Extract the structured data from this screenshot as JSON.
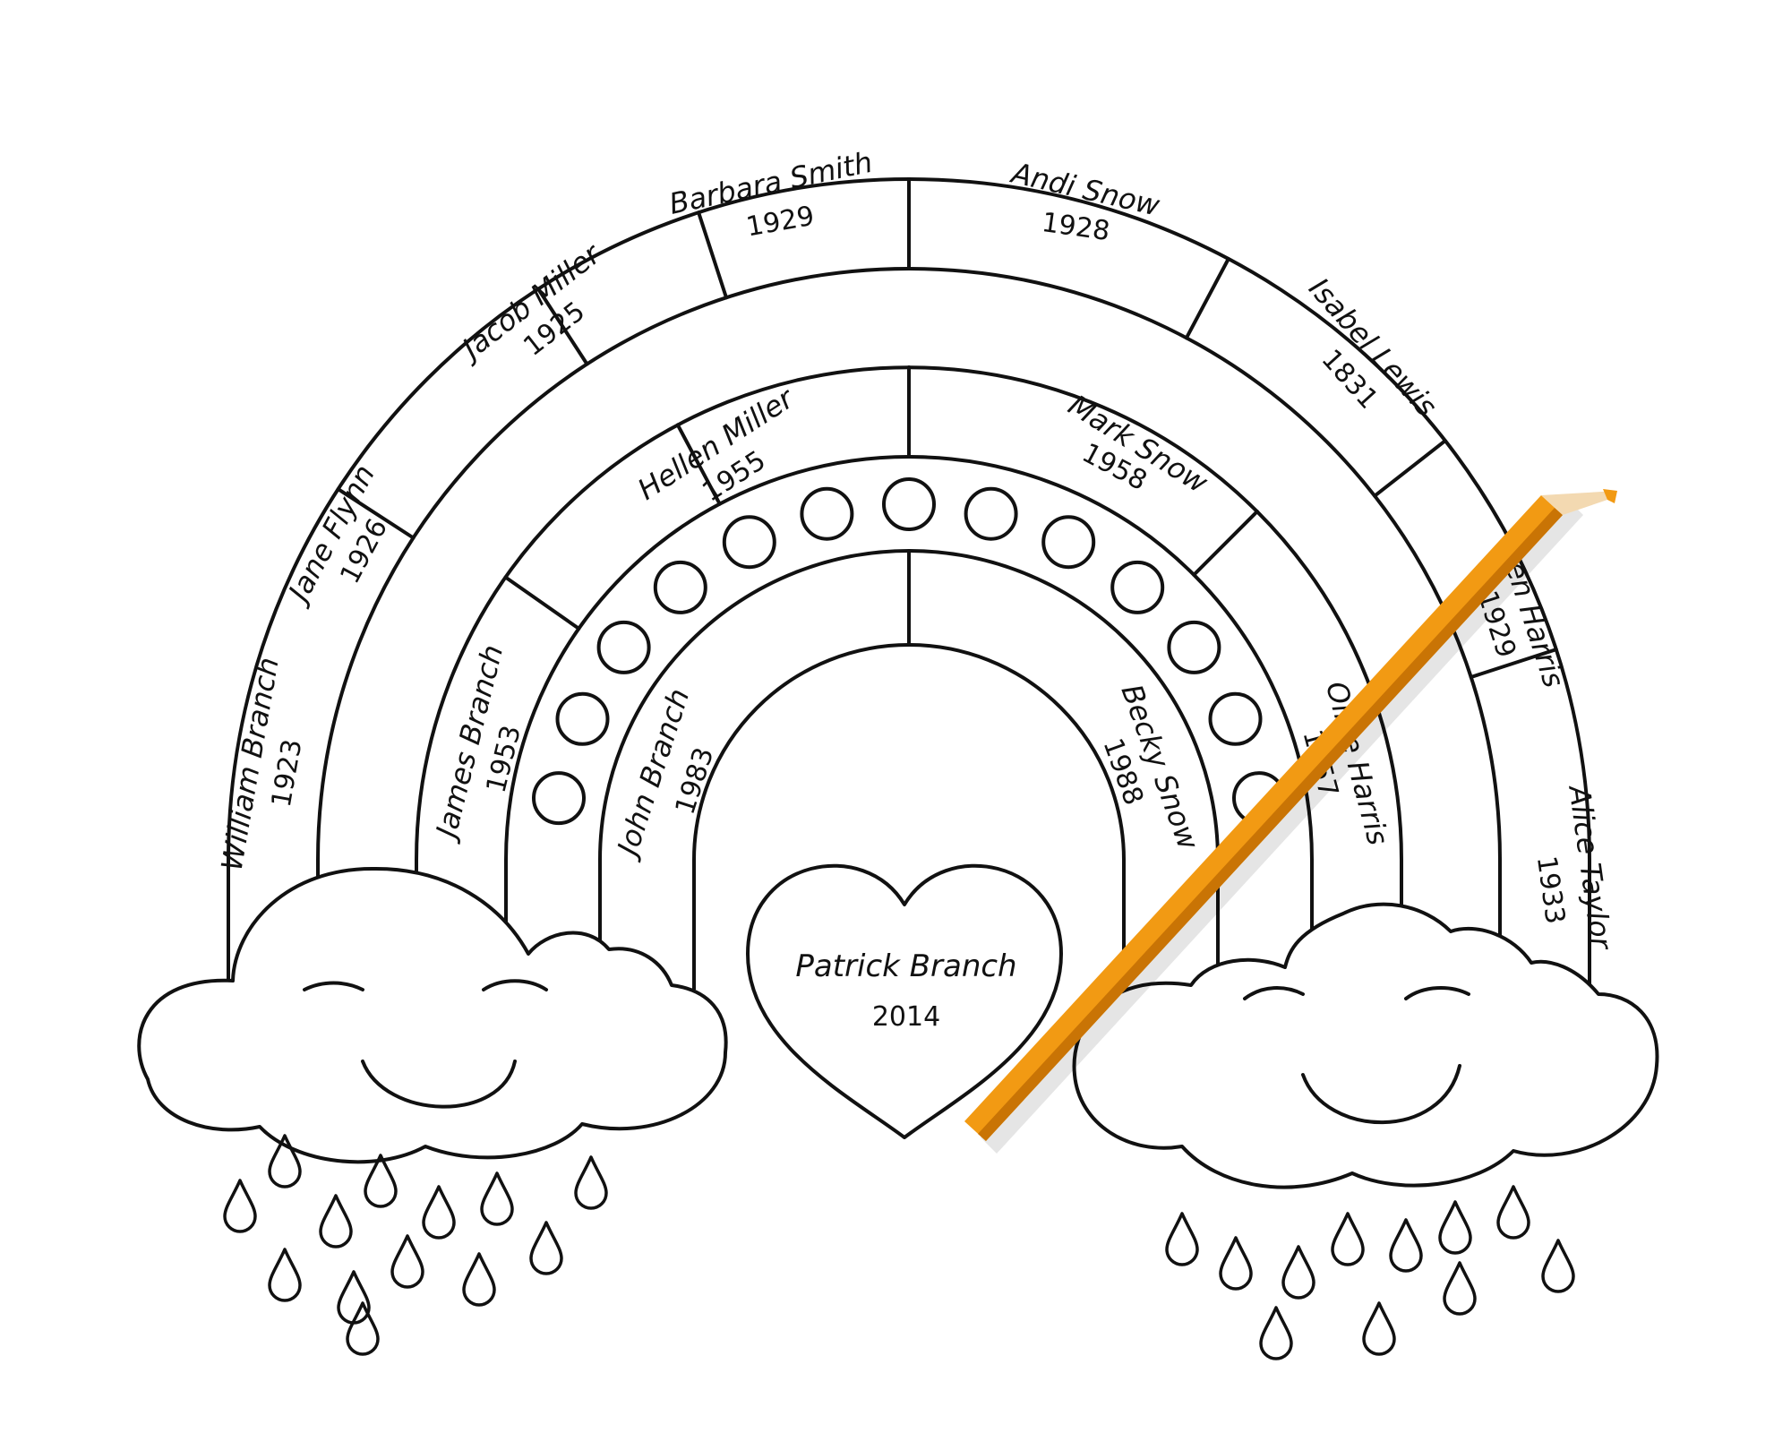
{
  "people": {
    "william": {
      "name": "William Branch",
      "year": "1923"
    },
    "jane": {
      "name": "Jane Flynn",
      "year": "1926"
    },
    "jacob": {
      "name": "Jacob Miller",
      "year": "1925"
    },
    "barbara": {
      "name": "Barbara Smith",
      "year": "1929"
    },
    "andi": {
      "name": "Andi Snow",
      "year": "1928"
    },
    "isabel": {
      "name": "Isabel Lewis",
      "year": "1831"
    },
    "ben": {
      "name": "Ben Harris",
      "year": "1929"
    },
    "alice": {
      "name": "Alice Taylor",
      "year": "1933"
    },
    "james": {
      "name": "James Branch",
      "year": "1953"
    },
    "hellen": {
      "name": "Hellen Miller",
      "year": "1955"
    },
    "mark": {
      "name": "Mark Snow",
      "year": "1958"
    },
    "olive": {
      "name": "Olive Harris",
      "year": "1957"
    },
    "john": {
      "name": "John Branch",
      "year": "1983"
    },
    "becky": {
      "name": "Becky Snow",
      "year": "1988"
    }
  },
  "center": {
    "name": "Patrick Branch",
    "year": "2014"
  },
  "colors": {
    "line": "#111111",
    "pencil_body": "#f29a13",
    "pencil_shade": "#c97405",
    "pencil_wood": "#f3d9b1",
    "background": "#ffffff"
  },
  "icons": {
    "cloud": "cloud-icon",
    "raindrop": "raindrop-icon",
    "heart": "heart-icon",
    "pencil": "pencil-icon",
    "circle": "circle-placeholder-icon"
  }
}
